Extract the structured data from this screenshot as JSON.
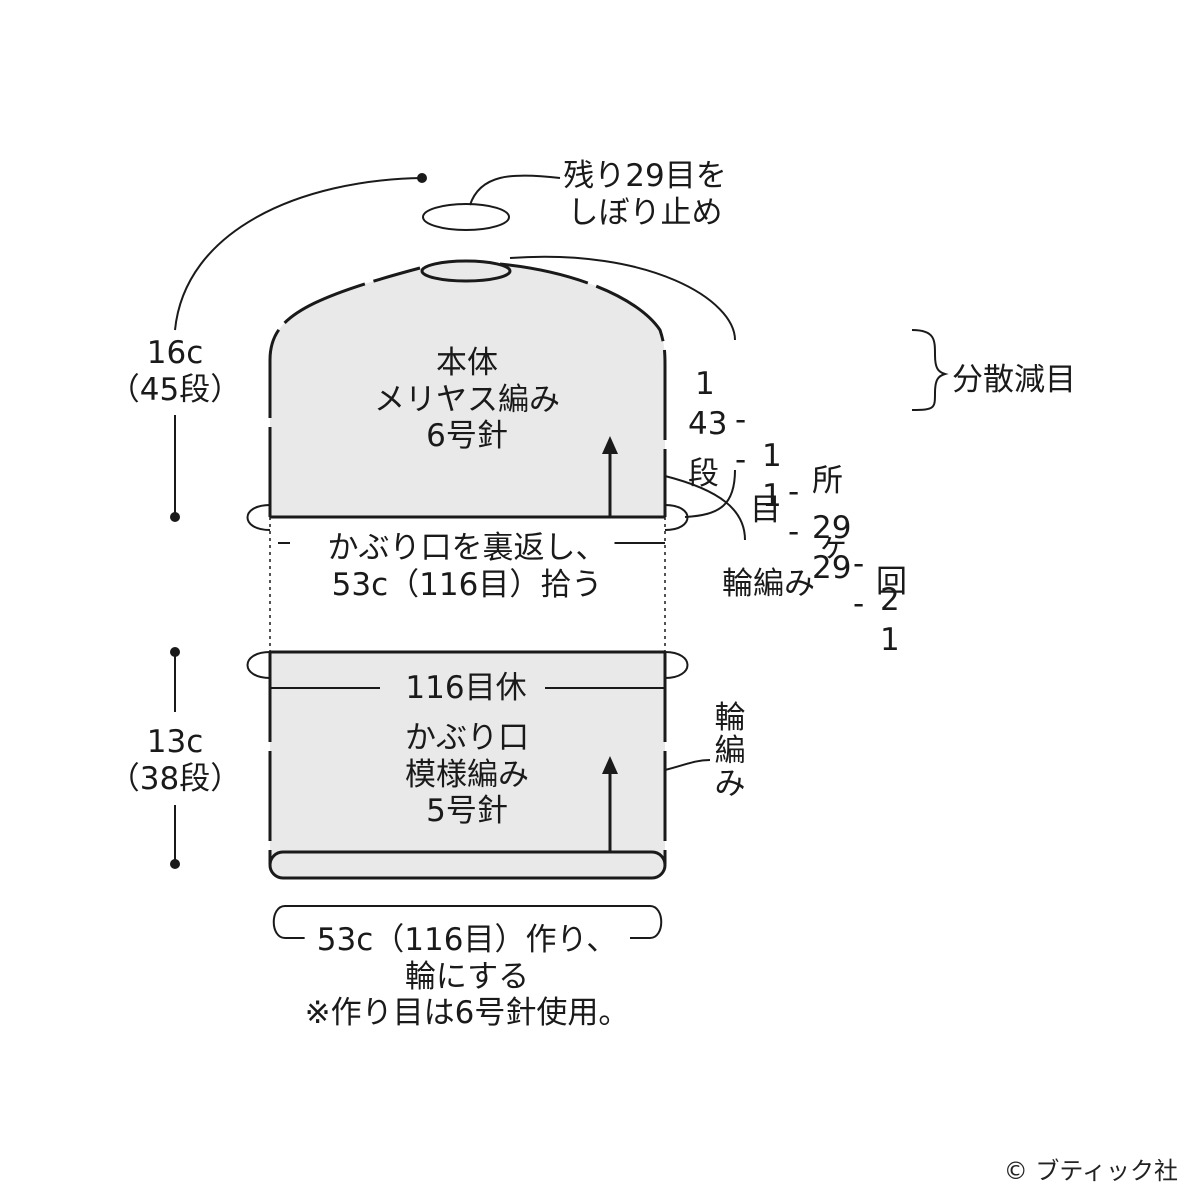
{
  "colors": {
    "fill": "#e9e9e9",
    "line": "#1a1a1a",
    "background": "#ffffff"
  },
  "top_note": {
    "line1": "残り29目を",
    "line2": "しぼり止め"
  },
  "body_label": {
    "line1": "本体",
    "line2": "メリヤス編み",
    "line3": "6号針"
  },
  "body_height": {
    "cm": "16c",
    "rows": "（45段）"
  },
  "decrease": {
    "row1": [
      "1",
      "-",
      "1",
      "-",
      "29",
      "-",
      "2"
    ],
    "row2": [
      "43",
      "-",
      "1",
      "-",
      "29",
      "-",
      "1"
    ],
    "row3": [
      "段",
      "目",
      "ヶ",
      "回"
    ],
    "row4": "所",
    "brace_label": "分散減目"
  },
  "round_knit_top": "輪編み",
  "pickup_note": {
    "line1": "かぶり口を裏返し、",
    "line2": "53c（116目）拾う"
  },
  "rest_stitches": "116目休",
  "brim_label": {
    "line1": "かぶり口",
    "line2": "模様編み",
    "line3": "5号針"
  },
  "brim_height": {
    "cm": "13c",
    "rows": "（38段）"
  },
  "round_knit_side": [
    "輪",
    "編",
    "み"
  ],
  "cast_on_note": {
    "line1": "53c（116目）作り、",
    "line2": "輪にする",
    "line3": "※作り目は6号針使用。"
  },
  "copyright": "© ブティック社"
}
